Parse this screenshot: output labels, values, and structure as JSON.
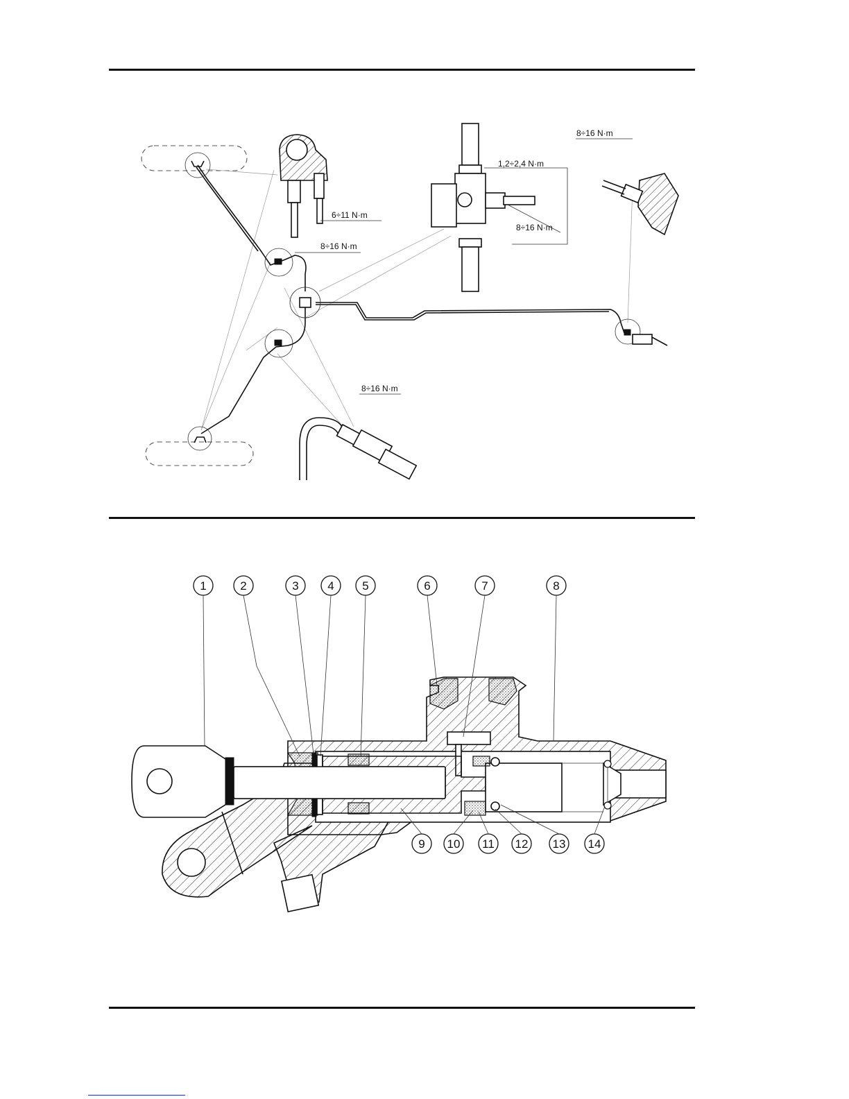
{
  "brake_lines_figure": {
    "torque_labels": {
      "bleeder_upper": "6÷11 N·m",
      "union_upper": "8÷16 N·m",
      "tee_top": "1,2÷2,4 N·m",
      "tee_side": "8÷16 N·m",
      "rear": "8÷16 N·m",
      "master_cylinder": "8÷16 N·m"
    }
  },
  "master_cylinder_figure": {
    "callouts": [
      "1",
      "2",
      "3",
      "4",
      "5",
      "6",
      "7",
      "8",
      "9",
      "10",
      "11",
      "12",
      "13",
      "14"
    ]
  }
}
